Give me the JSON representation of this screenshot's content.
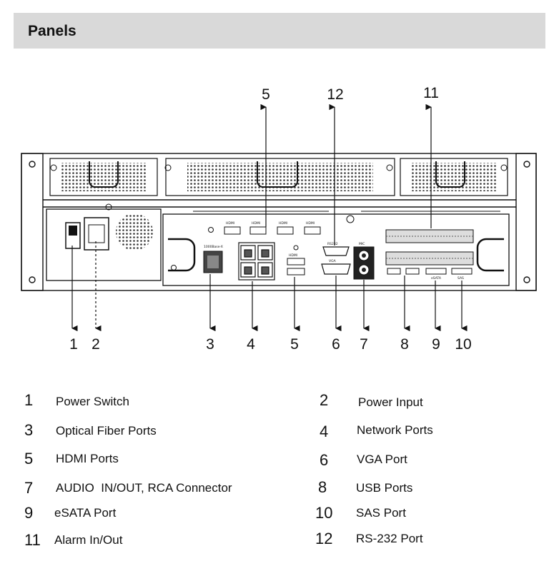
{
  "header": {
    "title": "Panels"
  },
  "callouts": {
    "top": [
      "5",
      "12",
      "11"
    ],
    "bottom": [
      "1",
      "2",
      "3",
      "4",
      "5",
      "6",
      "7",
      "8",
      "9",
      "10"
    ]
  },
  "panel_text": {
    "hdmi": "HDMI",
    "rs232": "RS232",
    "mic": "MIC",
    "vga": "VGA",
    "esata": "eSATA",
    "sas": "SAS",
    "fiber": "1000Base-X"
  },
  "legend": [
    {
      "num": "1",
      "label": "Power Switch"
    },
    {
      "num": "2",
      "label": "Power Input"
    },
    {
      "num": "3",
      "label": "Optical Fiber Ports"
    },
    {
      "num": "4",
      "label": "Network Ports"
    },
    {
      "num": "5",
      "label": "HDMI Ports"
    },
    {
      "num": "6",
      "label": "VGA Port"
    },
    {
      "num": "7",
      "label": "AUDIO  IN/OUT, RCA Connector"
    },
    {
      "num": "8",
      "label": "USB Ports"
    },
    {
      "num": "9",
      "label": "eSATA Port"
    },
    {
      "num": "10",
      "label": "SAS Port"
    },
    {
      "num": "11",
      "label": "Alarm In/Out"
    },
    {
      "num": "12",
      "label": "RS-232 Port"
    }
  ]
}
